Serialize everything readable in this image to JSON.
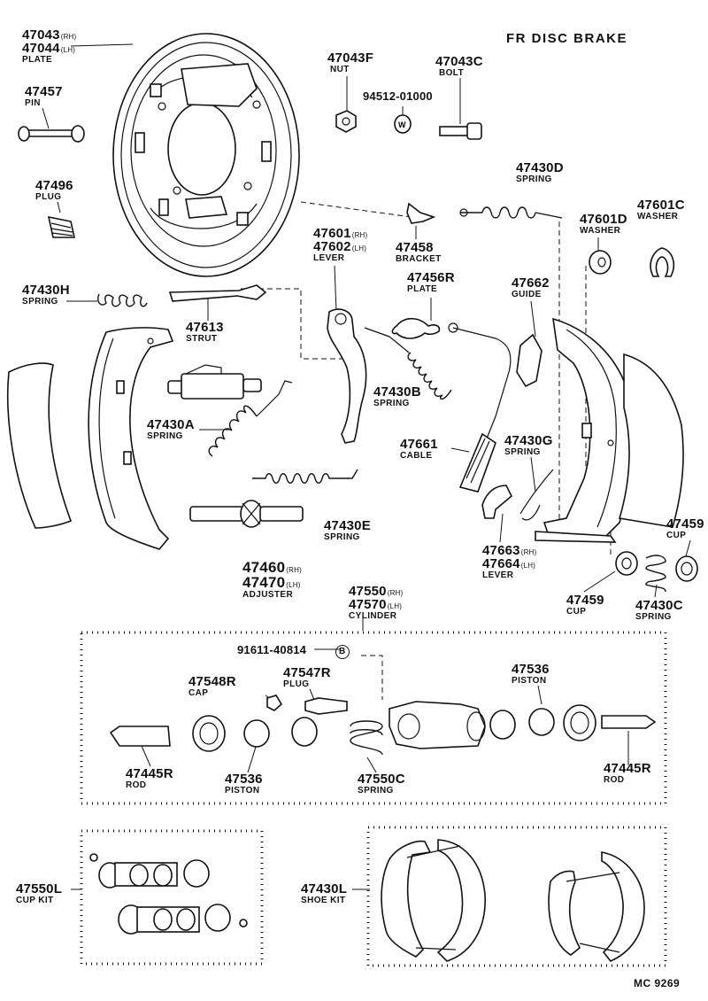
{
  "header": {
    "title": "FR DISC BRAKE"
  },
  "footer": {
    "code": "MC  9269"
  },
  "parts": {
    "plate": {
      "num_rh": "47043",
      "rh": "(RH)",
      "num_lh": "47044",
      "lh": "(LH)",
      "name": "PLATE"
    },
    "nut": {
      "num": "47043F",
      "name": "NUT"
    },
    "bolt": {
      "num": "47043C",
      "name": "BOLT"
    },
    "washer_part": {
      "num": "94512-01000"
    },
    "pin": {
      "num": "47457",
      "name": "PIN"
    },
    "plug": {
      "num": "47496",
      "name": "PLUG"
    },
    "spring_d": {
      "num": "47430D",
      "name": "SPRING"
    },
    "washer_c": {
      "num": "47601C",
      "name": "WASHER"
    },
    "washer_d": {
      "num": "47601D",
      "name": "WASHER"
    },
    "lever": {
      "num_rh": "47601",
      "rh": "(RH)",
      "num_lh": "47602",
      "lh": "(LH)",
      "name": "LEVER"
    },
    "bracket": {
      "num": "47458",
      "name": "BRACKET"
    },
    "spring_h": {
      "num": "47430H",
      "name": "SPRING"
    },
    "plate_r": {
      "num": "47456R",
      "name": "PLATE"
    },
    "guide": {
      "num": "47662",
      "name": "GUIDE"
    },
    "strut": {
      "num": "47613",
      "name": "STRUT"
    },
    "spring_b": {
      "num": "47430B",
      "name": "SPRING"
    },
    "spring_a": {
      "num": "47430A",
      "name": "SPRING"
    },
    "cable": {
      "num": "47661",
      "name": "CABLE"
    },
    "spring_g": {
      "num": "47430G",
      "name": "SPRING"
    },
    "spring_e": {
      "num": "47430E",
      "name": "SPRING"
    },
    "cup_top": {
      "num": "47459",
      "name": "CUP"
    },
    "adjuster": {
      "num_rh": "47460",
      "rh": "(RH)",
      "num_lh": "47470",
      "lh": "(LH)",
      "name": "ADJUSTER"
    },
    "lever_p": {
      "num_rh": "47663",
      "rh": "(RH)",
      "num_lh": "47664",
      "lh": "(LH)",
      "name": "LEVER"
    },
    "cup_bottom": {
      "num": "47459",
      "name": "CUP"
    },
    "spring_c": {
      "num": "47430C",
      "name": "SPRING"
    },
    "cylinder": {
      "num_rh": "47550",
      "rh": "(RH)",
      "num_lh": "47570",
      "lh": "(LH)",
      "name": "CYLINDER"
    },
    "bleeder": {
      "num": "91611-40814",
      "badge": "B"
    },
    "cap": {
      "num": "47548R",
      "name": "CAP"
    },
    "plug_r": {
      "num": "47547R",
      "name": "PLUG"
    },
    "piston_r": {
      "num": "47536",
      "name": "PISTON"
    },
    "rod_l": {
      "num": "47445R",
      "name": "ROD"
    },
    "piston_l": {
      "num": "47536",
      "name": "PISTON"
    },
    "spring_550c": {
      "num": "47550C",
      "name": "SPRING"
    },
    "rod_r": {
      "num": "47445R",
      "name": "ROD"
    },
    "cup_kit": {
      "num": "47550L",
      "name": "CUP KIT"
    },
    "shoe_kit": {
      "num": "47430L",
      "name": "SHOE KIT"
    }
  }
}
